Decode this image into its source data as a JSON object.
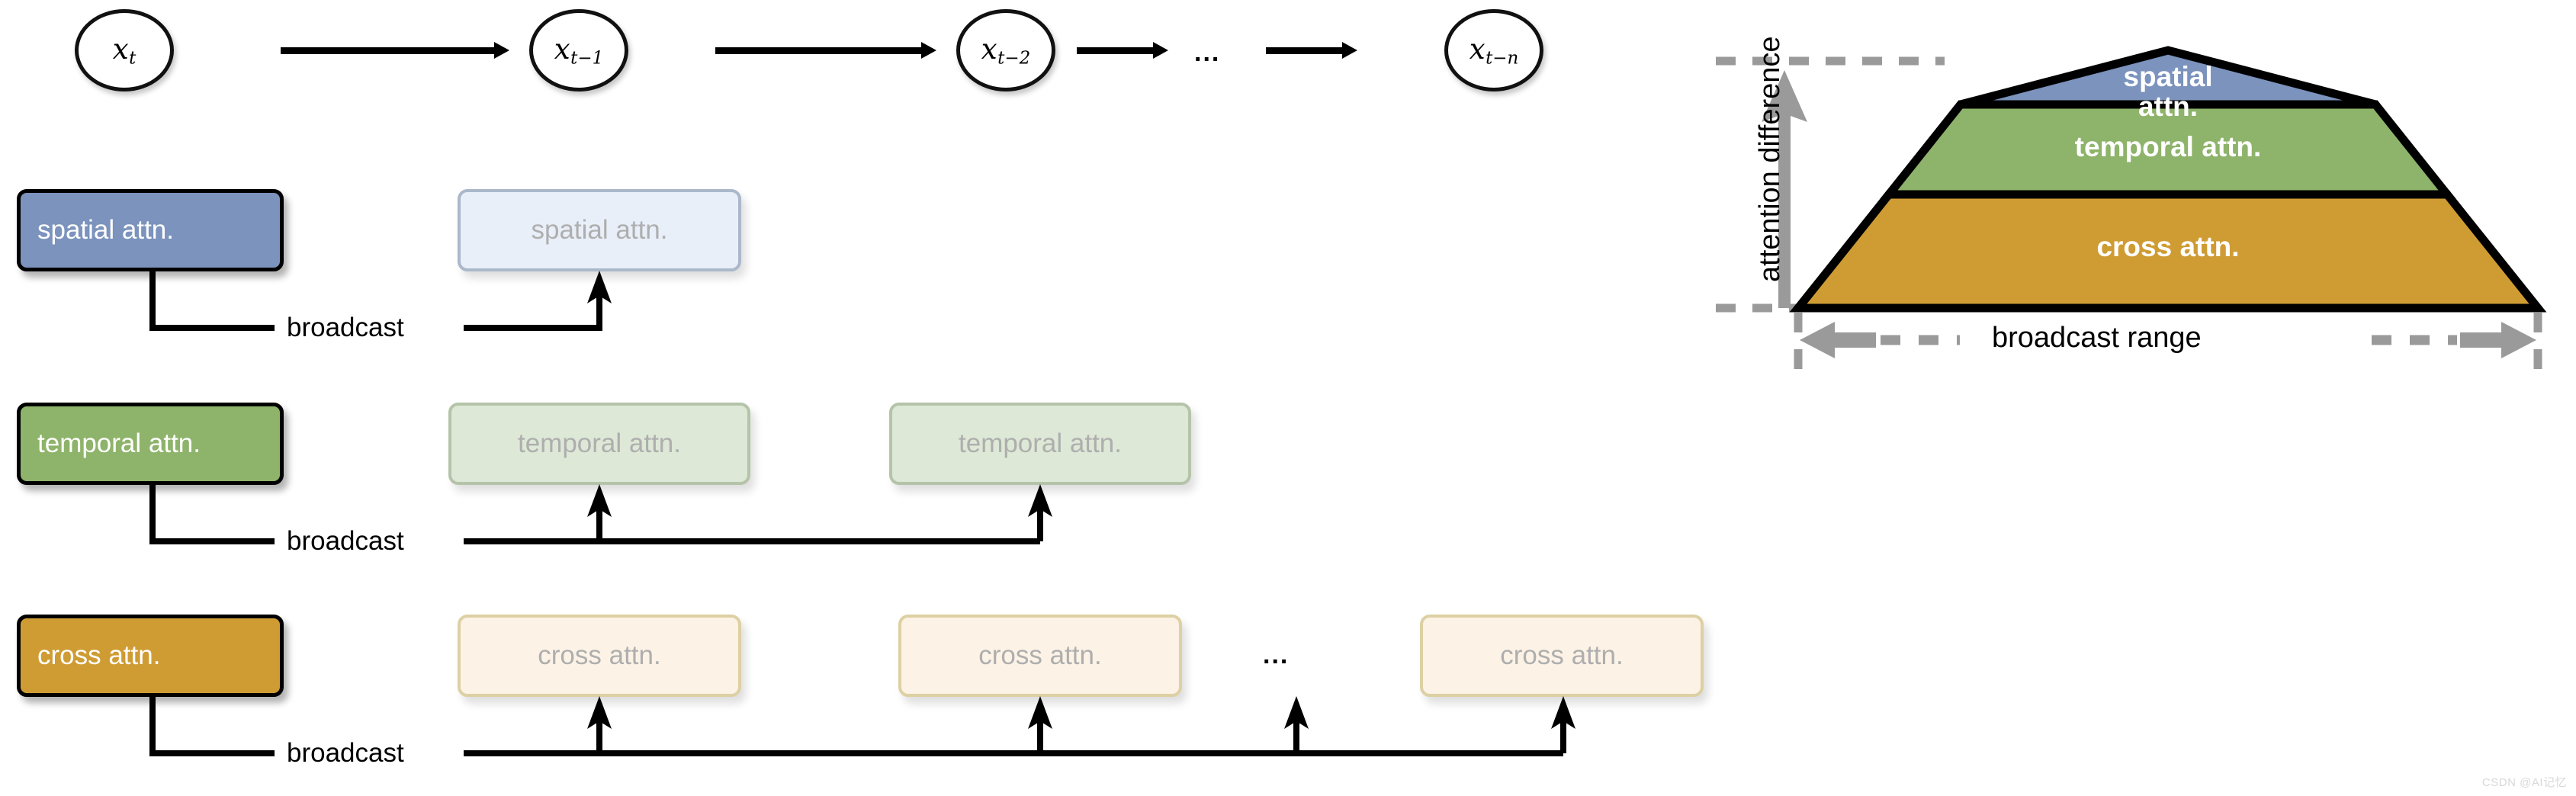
{
  "figure": {
    "watermark": "CSDN @AI记忆"
  },
  "sequence": {
    "nodes": [
      {
        "label": "x",
        "sub": "t"
      },
      {
        "label": "x",
        "sub": "t−1"
      },
      {
        "label": "x",
        "sub": "t−2"
      },
      {
        "label": "x",
        "sub": "t−n"
      }
    ],
    "ellipsis": "..."
  },
  "rows": [
    {
      "key": "spatial",
      "source_label": "spatial attn.",
      "ghost_label": "spatial attn.",
      "broadcast_label": "broadcast",
      "ghost_count": 1,
      "ellipsis": "",
      "color_solid": "#7b93bd",
      "color_ghost_fill": "#e9eff9",
      "color_ghost_border": "#aab8ca"
    },
    {
      "key": "temporal",
      "source_label": "temporal attn.",
      "ghost_label": "temporal attn.",
      "broadcast_label": "broadcast",
      "ghost_count": 2,
      "ellipsis": "",
      "color_solid": "#8eb36a",
      "color_ghost_fill": "#dde8d6",
      "color_ghost_border": "#b5c4a9"
    },
    {
      "key": "cross",
      "source_label": "cross attn.",
      "ghost_label": "cross attn.",
      "broadcast_label": "broadcast",
      "ghost_count": 3,
      "ellipsis": "...",
      "color_solid": "#cf9c34",
      "color_ghost_fill": "#fcf2e6",
      "color_ghost_border": "#ddd0a3"
    }
  ],
  "pyramid": {
    "y_axis_label": "attention difference",
    "x_axis_label": "broadcast range",
    "tiers": [
      {
        "label": "spatial\nattn.",
        "color": "#7b93bd"
      },
      {
        "label": "temporal attn.",
        "color": "#8eb36a"
      },
      {
        "label": "cross attn.",
        "color": "#cf9c34"
      }
    ],
    "guide_color": "#9a9a9a"
  }
}
